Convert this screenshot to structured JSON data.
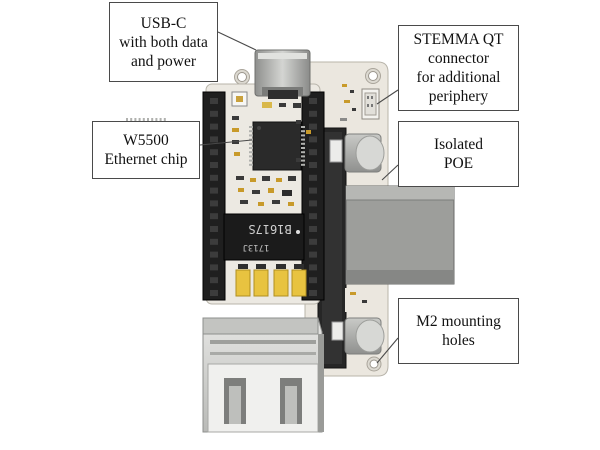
{
  "callouts": {
    "usbc": [
      "USB-C",
      "with both data",
      "and power"
    ],
    "stemma": [
      "STEMMA QT",
      "connector",
      "for additional",
      "periphery"
    ],
    "w5500": [
      "W5500",
      "Ethernet chip"
    ],
    "poe": [
      "Isolated",
      "POE"
    ],
    "m2": [
      "M2 mounting",
      "holes"
    ]
  },
  "chip_markings": {
    "module_code_1": "B1617S",
    "module_code_2": "1713J"
  },
  "colors": {
    "pcb": "#ece9e2",
    "pcb_edge": "#b8b4aa",
    "header_black": "#1f1f1f",
    "chip_dark": "#2a2a2a",
    "component_yellow": "#e8c340",
    "metal_gray": "#a9aaa8",
    "leader_line": "#4a4a4a"
  }
}
